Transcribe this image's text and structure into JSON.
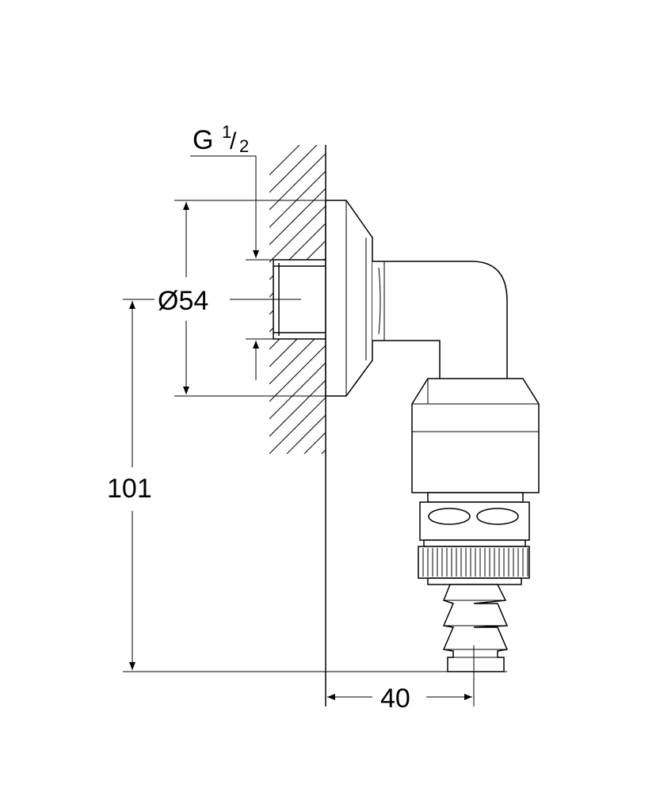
{
  "drawing": {
    "thread_label": "G",
    "thread_num": "1",
    "thread_den": "2",
    "diameter_label": "Ø54",
    "height_label": "101",
    "projection_label": "40"
  },
  "colors": {
    "line": "#000000",
    "background": "#ffffff"
  }
}
